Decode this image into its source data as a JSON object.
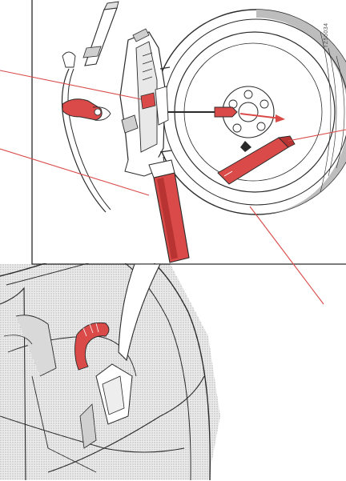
{
  "figure": {
    "code": "TZ56034",
    "colors": {
      "line": "#2a2a2a",
      "accent_red": "#d94a48",
      "accent_red_dark": "#b83432",
      "shading": "#c9c9c9",
      "shading_light": "#e6e6e6",
      "background": "#ffffff"
    },
    "parts": [
      {
        "name": "tire-and-wheel",
        "icon": "wheel-icon"
      },
      {
        "name": "jack",
        "icon": "jack-icon"
      },
      {
        "name": "jack-handle",
        "icon": "handle-icon"
      },
      {
        "name": "wheel-wrench",
        "icon": "wrench-icon"
      },
      {
        "name": "tow-eye",
        "icon": "tow-eye-icon"
      },
      {
        "name": "strap",
        "icon": "strap-icon"
      },
      {
        "name": "trunk-compartment",
        "icon": "trunk-icon"
      }
    ]
  }
}
